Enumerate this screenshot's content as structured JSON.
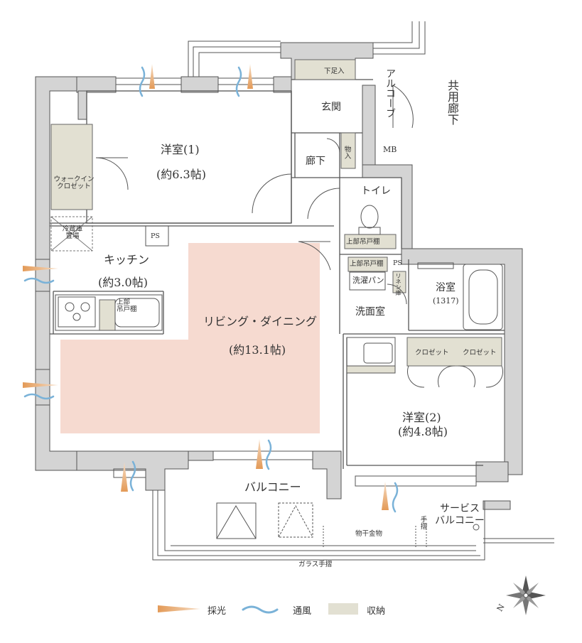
{
  "rooms": {
    "western1_name": "洋室(1)",
    "western1_size": "(約6.3帖)",
    "walkin_closet": "ウォークイン クロゼット",
    "fridge": "冷蔵庫 置場",
    "ps1": "PS",
    "kitchen_name": "キッチン",
    "kitchen_size": "(約3.0帖)",
    "upper_cabinet_kitchen": "上部 吊戸棚",
    "ldk_name": "リビング・ダイニング",
    "ldk_size": "(約13.1帖)",
    "entrance": "玄関",
    "shoe_box": "下足入",
    "alcove": "アルコーブ",
    "hallway_vertical": "共用廊下",
    "mb": "MB",
    "corridor": "廊下",
    "storage": "物入",
    "toilet": "トイレ",
    "toilet_cabinet": "上部吊戸棚",
    "laundry_cabinet": "上部吊戸棚",
    "laundry_pan": "洗濯パン",
    "ps2": "PS",
    "linen": "リネン庫",
    "bath_name": "浴室",
    "bath_size": "(1317)",
    "washroom": "洗面室",
    "closet1": "クロゼット",
    "closet2": "クロゼット",
    "western2_name": "洋室(2)",
    "western2_size": "(約4.8帖)",
    "balcony": "バルコニー",
    "service_balcony": "サービス バルコニー",
    "handrail": "手摺",
    "laundry_pole": "物干金物",
    "glass_handrail": "ガラス手摺"
  },
  "legend": {
    "light": "採光",
    "wind": "通風",
    "storage": "収納"
  },
  "colors": {
    "wall": "#d4d4d4",
    "wall_line": "#555555",
    "ldk_fill": "#f6dad0",
    "storage_fill": "#e2e0d2",
    "light_arrow": "#e8a96a",
    "wind": "#7ab2d8"
  },
  "compass": {
    "north_label": "N"
  }
}
